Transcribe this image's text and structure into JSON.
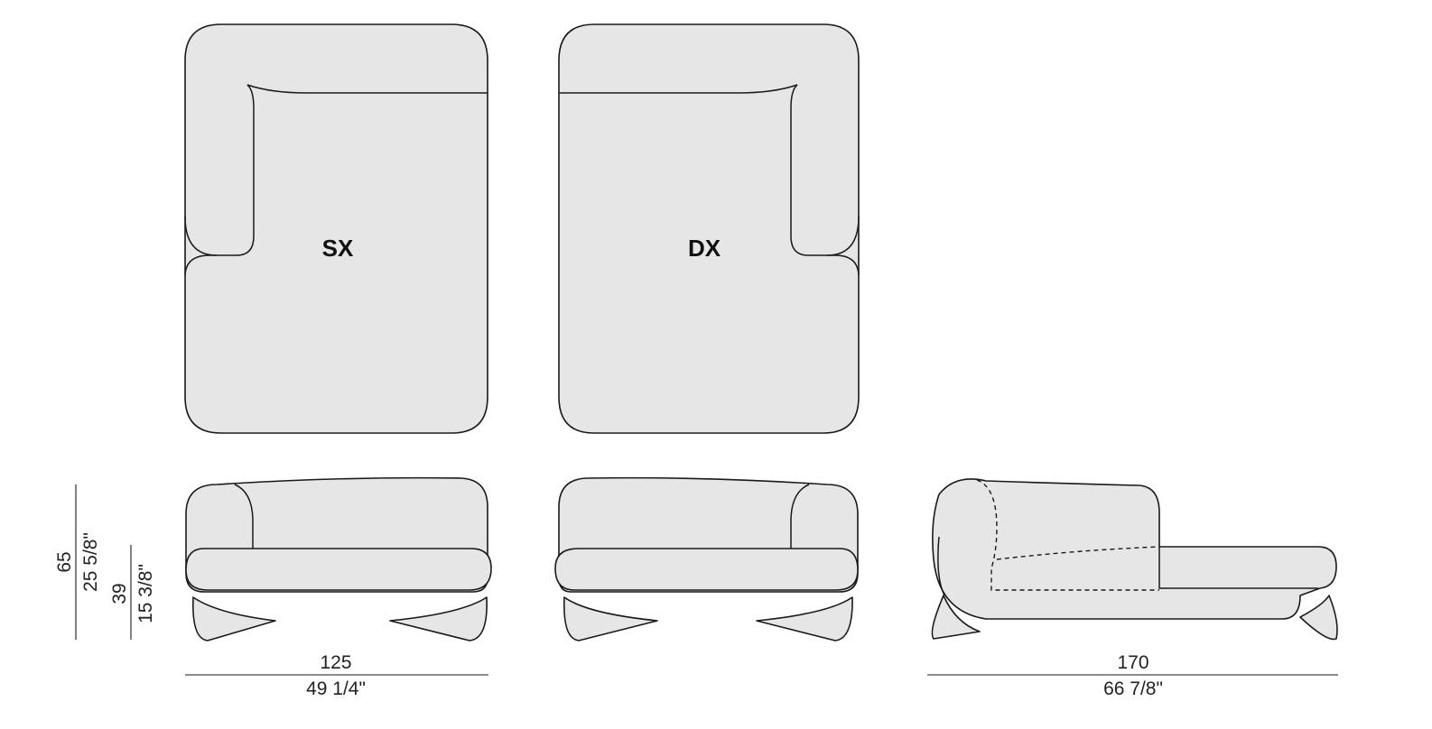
{
  "views": {
    "left_label": "SX",
    "right_label": "DX"
  },
  "dimensions": {
    "width_front_cm": "125",
    "width_front_in": "49 1/4\"",
    "width_side_cm": "170",
    "width_side_in": "66 7/8\"",
    "height_total_cm": "65",
    "height_total_in": "25 5/8\"",
    "height_seat_cm": "39",
    "height_seat_in": "15 3/8\""
  },
  "colors": {
    "upholstery": "#e6e6e6",
    "outline": "#1a1a1a"
  }
}
